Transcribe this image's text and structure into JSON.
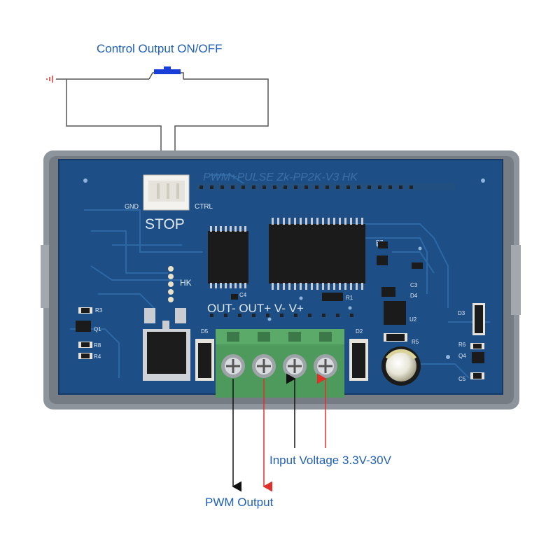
{
  "labels": {
    "control_output": "Control Output ON/OFF",
    "input_voltage": "Input Voltage 3.3V-30V",
    "pwm_output": "PWM Output"
  },
  "board": {
    "model_text": "PWM+PULSE  Zk-PP2K-V3  HK",
    "stop_text": "STOP",
    "gnd_text": "GND",
    "ctrl_text": "CTRL",
    "hk_text": "HK",
    "terminal_text": "OUT- OUT+ V-  V+",
    "components": [
      "R3",
      "Q1",
      "R8",
      "R4",
      "C4",
      "R1",
      "R7",
      "U2",
      "C3",
      "D4",
      "D3",
      "R6",
      "Q4",
      "C5",
      "R5",
      "D5",
      "D2"
    ]
  },
  "colors": {
    "pcb": "#1d4f86",
    "frame": "#8e949b",
    "terminal": "#4e9a5c",
    "label_blue": "#1f5fb8",
    "arrow_red": "#e0302a"
  }
}
